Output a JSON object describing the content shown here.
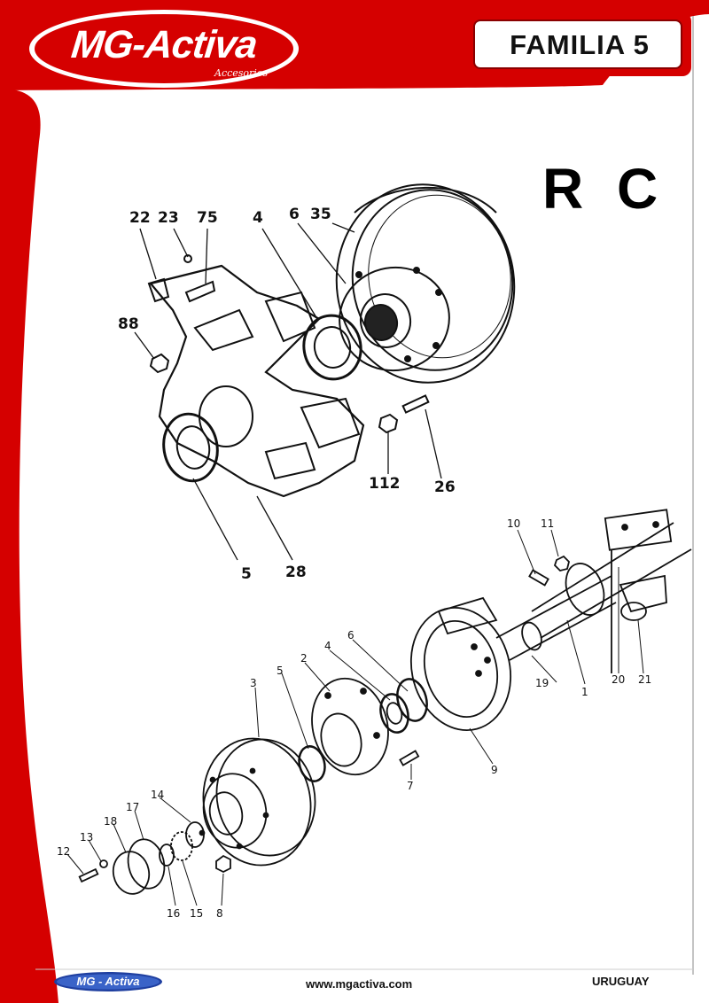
{
  "header": {
    "brand_name": "MG-Activa",
    "brand_tagline": "Accesorios",
    "family_label": "FAMILIA 5",
    "brand_color": "#d50000"
  },
  "title": "R C",
  "diagram_top": {
    "labels": [
      "22",
      "23",
      "75",
      "4",
      "6",
      "35",
      "88",
      "112",
      "26",
      "5",
      "28"
    ]
  },
  "diagram_bottom": {
    "labels": [
      "10",
      "11",
      "19",
      "1",
      "20",
      "21",
      "6",
      "4",
      "9",
      "3",
      "5",
      "2",
      "7",
      "14",
      "17",
      "18",
      "13",
      "12",
      "16",
      "15",
      "8"
    ]
  },
  "footer": {
    "logo_text": "MG - Activa",
    "url": "www.mgactiva.com",
    "country": "URUGUAY"
  }
}
